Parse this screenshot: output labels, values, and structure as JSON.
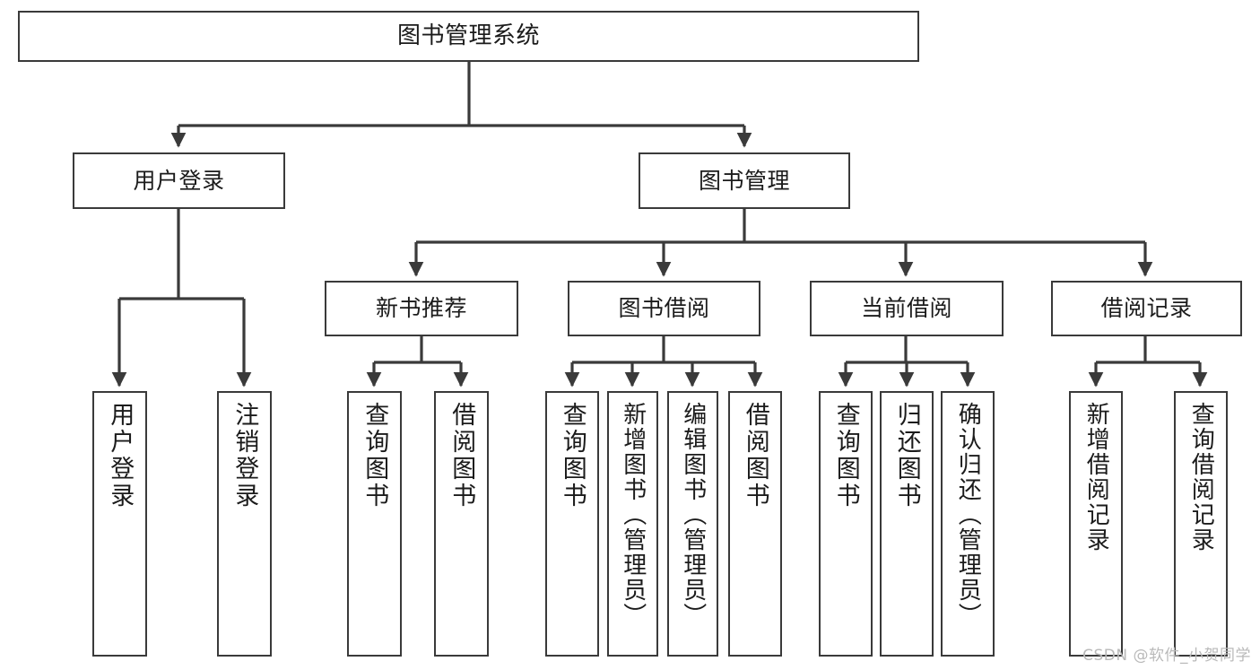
{
  "diagram": {
    "type": "tree",
    "title": "图书管理系统",
    "colors": {
      "box_border": "#3a3a3a",
      "edge": "#3a3a3a",
      "background": "#ffffff",
      "text": "#1b1b1b",
      "watermark": "#b9b9b9"
    },
    "root": {
      "label": "图书管理系统"
    },
    "level2": [
      {
        "id": "user-login",
        "label": "用户登录"
      },
      {
        "id": "book-management",
        "label": "图书管理"
      }
    ],
    "level3": [
      {
        "id": "new-book-recommend",
        "label": "新书推荐"
      },
      {
        "id": "book-borrow",
        "label": "图书借阅"
      },
      {
        "id": "current-borrow",
        "label": "当前借阅"
      },
      {
        "id": "borrow-record",
        "label": "借阅记录"
      }
    ],
    "leaves": {
      "user_login": [
        {
          "id": "leaf-user-login",
          "label": "用户登录"
        },
        {
          "id": "leaf-logout-login",
          "label": "注销登录"
        }
      ],
      "new_book_recommend": [
        {
          "id": "leaf-query-book-1",
          "label": "查询图书"
        },
        {
          "id": "leaf-borrow-book-1",
          "label": "借阅图书"
        }
      ],
      "book_borrow": [
        {
          "id": "leaf-query-book-2",
          "label": "查询图书"
        },
        {
          "id": "leaf-add-book",
          "label": "新增图书（管理员）"
        },
        {
          "id": "leaf-edit-book",
          "label": "编辑图书（管理员）"
        },
        {
          "id": "leaf-borrow-book-2",
          "label": "借阅图书"
        }
      ],
      "current_borrow": [
        {
          "id": "leaf-query-book-3",
          "label": "查询图书"
        },
        {
          "id": "leaf-return-book",
          "label": "归还图书"
        },
        {
          "id": "leaf-confirm-return",
          "label": "确认归还（管理员）"
        }
      ],
      "borrow_record": [
        {
          "id": "leaf-add-record",
          "label": "新增借阅记录"
        },
        {
          "id": "leaf-query-record",
          "label": "查询借阅记录"
        }
      ]
    },
    "watermark": "CSDN @软件_小贺同学"
  }
}
